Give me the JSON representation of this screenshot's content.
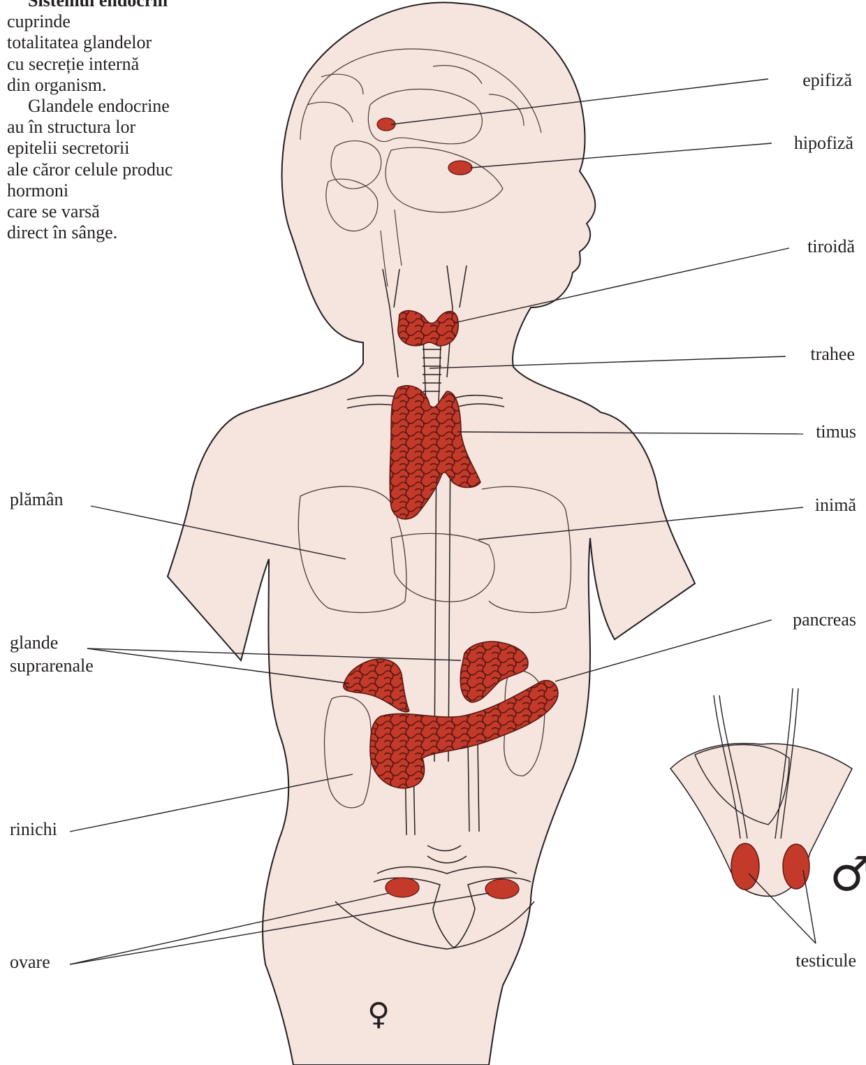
{
  "intro": {
    "title": "Sistemul endocrin",
    "lines": [
      "cuprinde",
      "totalitatea glandelor",
      "cu secreție internă",
      "din organism."
    ],
    "para2": [
      "Glandele endocrine",
      "au în structura lor",
      "epitelii secretorii",
      "ale căror celule produc",
      "hormoni",
      "care se varsă",
      "direct în sânge."
    ]
  },
  "labels": {
    "epifiza": "epifiză",
    "hipofiza": "hipofiză",
    "tiroida": "tiroidă",
    "trahee": "trahee",
    "timus": "timus",
    "inima": "inimă",
    "pancreas": "pancreas",
    "testicule": "testicule",
    "plaman": "plămân",
    "glande_1": "glande",
    "glande_2": "suprarenale",
    "rinichi": "rinichi",
    "ovare": "ovare"
  },
  "symbols": {
    "female": "♀",
    "male": "♂"
  },
  "colors": {
    "skin": "#f6e4de",
    "gland": "#c33a2a",
    "gland_dark": "#5a1712",
    "outline": "#231f20"
  }
}
